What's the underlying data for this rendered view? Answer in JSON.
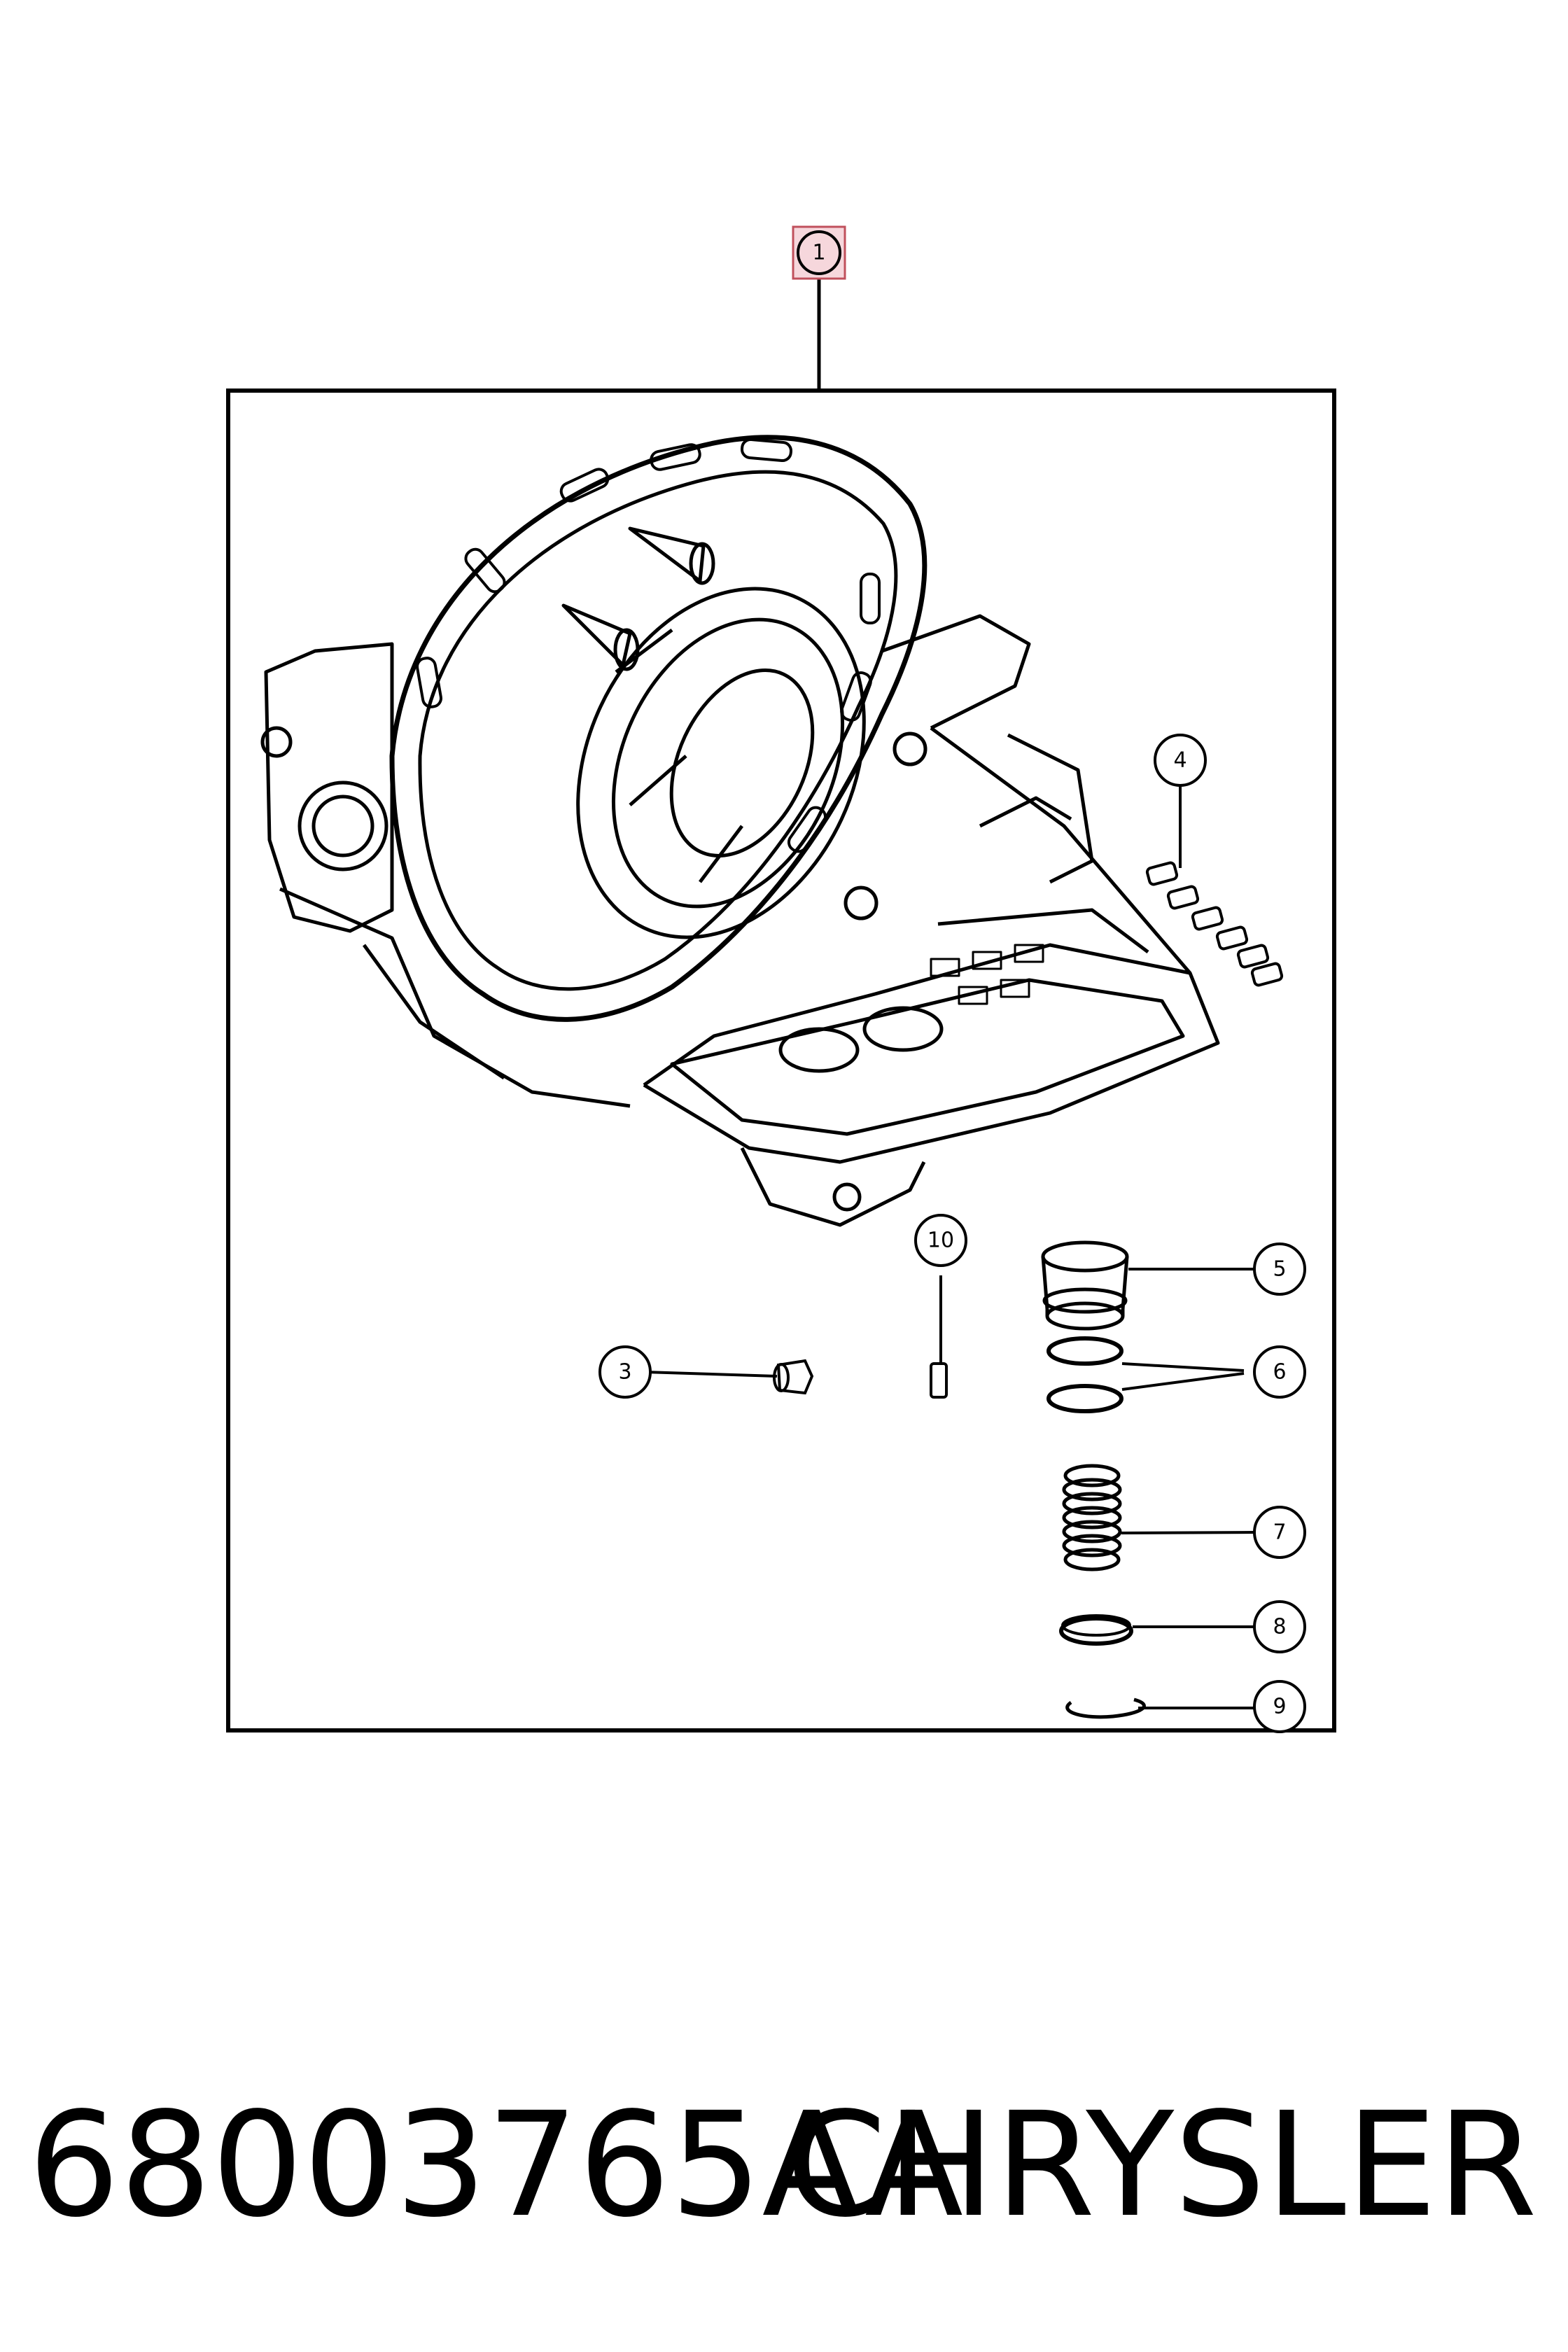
{
  "callouts": [
    {
      "id": "1",
      "label": "1",
      "highlighted": true
    },
    {
      "id": "3",
      "label": "3"
    },
    {
      "id": "4",
      "label": "4"
    },
    {
      "id": "5",
      "label": "5"
    },
    {
      "id": "6",
      "label": "6"
    },
    {
      "id": "7",
      "label": "7"
    },
    {
      "id": "8",
      "label": "8"
    },
    {
      "id": "9",
      "label": "9"
    },
    {
      "id": "10",
      "label": "10"
    }
  ],
  "footer": {
    "part_number": "68003765AA",
    "brand": "CHRYSLER"
  },
  "colors": {
    "line": "#000000",
    "highlight_fill": "#f6d7dc",
    "highlight_stroke": "#c0505c",
    "background": "#ffffff"
  }
}
